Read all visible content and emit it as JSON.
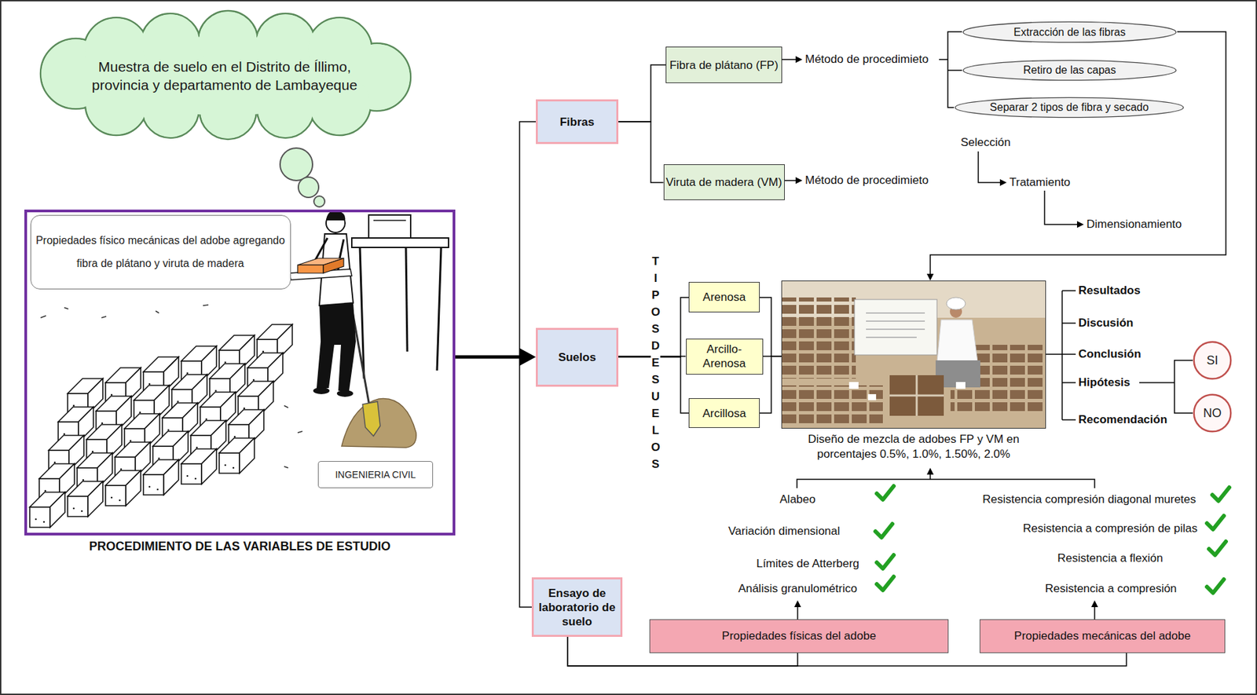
{
  "diagram": {
    "nodes": [
      {
        "text": [
          "Muestra de suelo en el Distrito de Íllimo, provincia y departamento de Lambayeque"
        ]
      },
      {
        "text": [
          "PROCEDIMIENTO DE LAS VARIABLES DE ESTUDIO"
        ]
      },
      {
        "text": [
          "Propiedades físico mecánicas del adobe agregando fibra de plátano y viruta de madera"
        ],
        "in": 1
      },
      {
        "text": [
          "INGENIERIA CIVIL"
        ],
        "in": 1
      },
      {
        "text": [
          "Fibras"
        ]
      },
      {
        "text": [
          "Fibra de plátano (FP)"
        ]
      },
      {
        "text": [
          "Extracción de las fibras"
        ]
      },
      {
        "text": [
          "Retiro de las capas"
        ]
      },
      {
        "text": [
          "Separar 2 tipos de fibra y secado"
        ]
      },
      {
        "text": [
          "Viruta de madera (VM)"
        ]
      },
      {
        "text": [
          "Suelos"
        ]
      },
      {
        "text": [
          "Arenosa"
        ]
      },
      {
        "text": [
          "Arcillo-Arenosa"
        ]
      },
      {
        "text": [
          "Arcillosa"
        ]
      },
      {
        "text": [
          "Diseño de mezcla de adobes FP y VM en porcentajes 0.5%, 1.0%, 1.50%, 2.0%"
        ]
      },
      {
        "text": [
          "SI"
        ]
      },
      {
        "text": [
          "NO"
        ]
      },
      {
        "text": [
          "Ensayo de laboratorio de suelo"
        ]
      },
      {
        "text": [
          "Propiedades físicas del adobe"
        ]
      },
      {
        "text": [
          "Propiedades mecánicas del adobe"
        ]
      }
    ],
    "edges": [
      {
        "from": 1,
        "to": 4,
        "arrow": "none"
      },
      {
        "from": 1,
        "to": 10,
        "arrow": "to"
      },
      {
        "from": 1,
        "to": 17,
        "arrow": "none"
      },
      {
        "from": 4,
        "to": 5,
        "arrow": "none"
      },
      {
        "from": 4,
        "to": 9,
        "arrow": "none"
      },
      {
        "from": 6,
        "to": 14,
        "arrow": "to"
      },
      {
        "from": 10,
        "to": 11,
        "arrow": "none"
      },
      {
        "from": 10,
        "to": 12,
        "arrow": "none"
      },
      {
        "from": 10,
        "to": 13,
        "arrow": "none"
      },
      {
        "from": 11,
        "to": 14,
        "arrow": "none"
      },
      {
        "from": 12,
        "to": 14,
        "arrow": "none"
      },
      {
        "from": 13,
        "to": 14,
        "arrow": "none"
      },
      {
        "from": 17,
        "to": 18,
        "arrow": "none"
      },
      {
        "from": 17,
        "to": 19,
        "arrow": "none"
      }
    ],
    "labels": [
      "Método de procedimieto",
      "Método de procedimieto",
      "Selección",
      "Tratamiento",
      "Dimensionamiento",
      "TIPOS DE SUELOS",
      "Resultados",
      "Discusión",
      "Conclusión",
      "Hipótesis",
      "Recomendación",
      "Alabeo",
      "Variación dimensional",
      "Límites de Atterberg",
      "Análisis granulométrico",
      "Resistencia compresión diagonal muretes",
      "Resistencia a compresión de pilas",
      "Resistencia a flexión",
      "Resistencia a compresión"
    ]
  }
}
